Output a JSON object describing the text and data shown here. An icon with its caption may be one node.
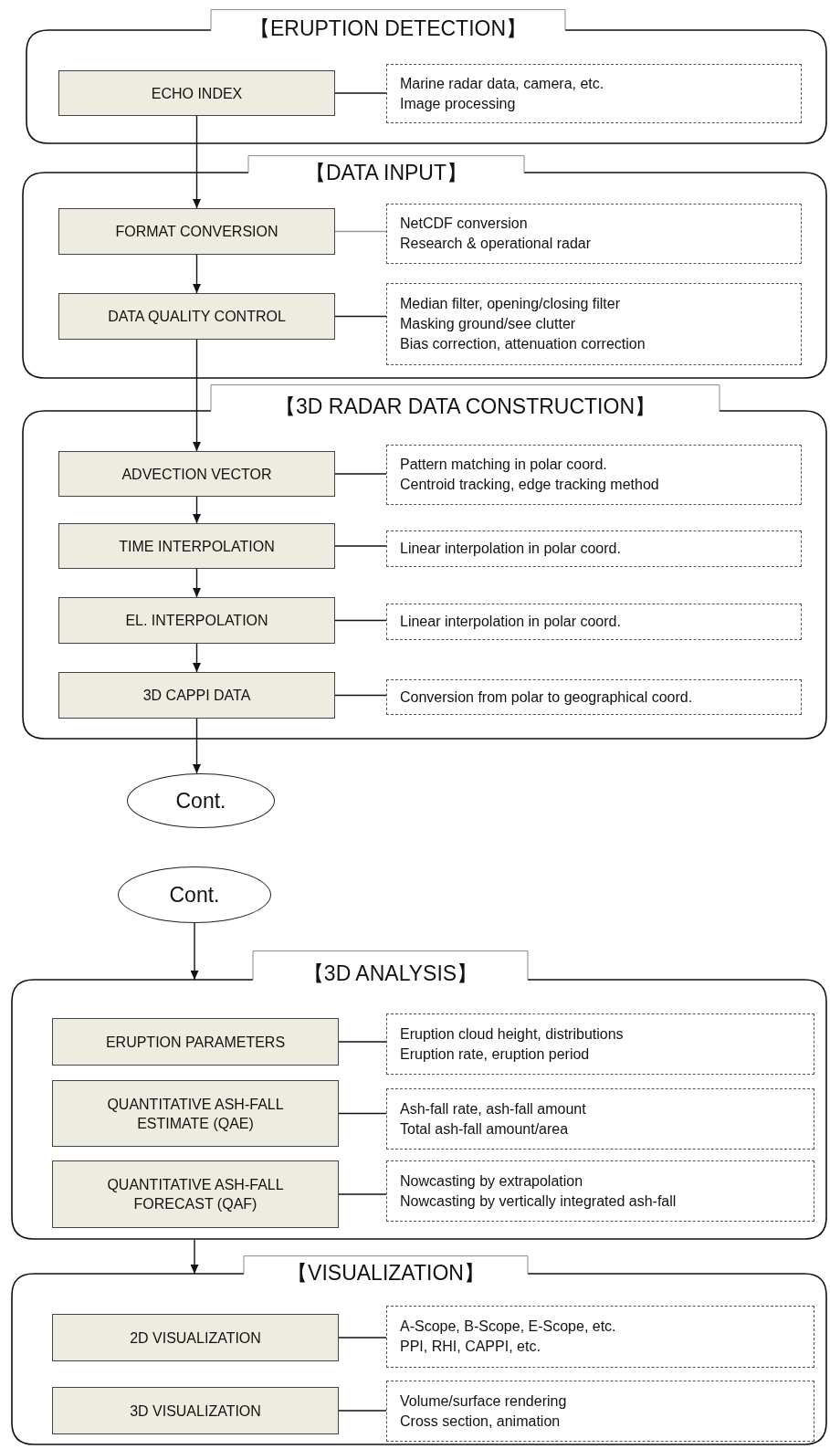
{
  "diagram": {
    "nodes": [
      {
        "text": [
          "【ERUPTION DETECTION】"
        ]
      },
      {
        "text": [
          "ECHO INDEX"
        ],
        "in": 0
      },
      {
        "text": [
          "Marine radar data, camera, etc.",
          "Image processing"
        ],
        "in": 0
      },
      {
        "text": [
          "【DATA INPUT】"
        ]
      },
      {
        "text": [
          "FORMAT CONVERSION"
        ],
        "in": 3
      },
      {
        "text": [
          "NetCDF conversion",
          "Research & operational radar"
        ],
        "in": 3
      },
      {
        "text": [
          "DATA QUALITY CONTROL"
        ],
        "in": 3
      },
      {
        "text": [
          "Median filter, opening/closing filter",
          "Masking ground/see clutter",
          "Bias correction, attenuation correction"
        ],
        "in": 3
      },
      {
        "text": [
          "【3D RADAR DATA CONSTRUCTION】"
        ]
      },
      {
        "text": [
          "ADVECTION VECTOR"
        ],
        "in": 8
      },
      {
        "text": [
          "Pattern matching in polar coord.",
          "Centroid tracking, edge tracking method"
        ],
        "in": 8
      },
      {
        "text": [
          "TIME INTERPOLATION"
        ],
        "in": 8
      },
      {
        "text": [
          "Linear interpolation in polar coord."
        ],
        "in": 8
      },
      {
        "text": [
          "EL. INTERPOLATION"
        ],
        "in": 8
      },
      {
        "text": [
          "Linear interpolation in polar coord."
        ],
        "in": 8
      },
      {
        "text": [
          "3D CAPPI DATA"
        ],
        "in": 8
      },
      {
        "text": [
          "Conversion from polar to geographical coord."
        ],
        "in": 8
      },
      {
        "text": [
          "Cont."
        ]
      },
      {
        "text": [
          "Cont."
        ]
      },
      {
        "text": [
          "【3D ANALYSIS】"
        ]
      },
      {
        "text": [
          "ERUPTION PARAMETERS"
        ],
        "in": 19
      },
      {
        "text": [
          "Eruption cloud height, distributions",
          "Eruption rate, eruption period"
        ],
        "in": 19
      },
      {
        "text": [
          "QUANTITATIVE ASH-FALL ESTIMATE (QAE)"
        ],
        "in": 19
      },
      {
        "text": [
          "Ash-fall rate, ash-fall amount",
          "Total ash-fall amount/area"
        ],
        "in": 19
      },
      {
        "text": [
          "QUANTITATIVE ASH-FALL FORECAST (QAF)"
        ],
        "in": 19
      },
      {
        "text": [
          "Nowcasting by extrapolation",
          "Nowcasting by vertically integrated ash-fall"
        ],
        "in": 19
      },
      {
        "text": [
          "【VISUALIZATION】"
        ]
      },
      {
        "text": [
          "2D VISUALIZATION"
        ],
        "in": 26
      },
      {
        "text": [
          "A-Scope, B-Scope, E-Scope, etc.",
          "PPI, RHI, CAPPI, etc."
        ],
        "in": 26
      },
      {
        "text": [
          "3D VISUALIZATION"
        ],
        "in": 26
      },
      {
        "text": [
          "Volume/surface rendering",
          "Cross section, animation"
        ],
        "in": 26
      }
    ],
    "edges": [
      {
        "from": 1,
        "to": 4,
        "arrow": "to"
      },
      {
        "from": 4,
        "to": 6,
        "arrow": "to"
      },
      {
        "from": 6,
        "to": 9,
        "arrow": "to"
      },
      {
        "from": 9,
        "to": 11,
        "arrow": "to"
      },
      {
        "from": 11,
        "to": 13,
        "arrow": "to"
      },
      {
        "from": 13,
        "to": 15,
        "arrow": "to"
      },
      {
        "from": 15,
        "to": 17,
        "arrow": "to"
      },
      {
        "from": 18,
        "to": 19,
        "arrow": "to"
      },
      {
        "from": 19,
        "to": 26,
        "arrow": "to"
      },
      {
        "from": 1,
        "to": 2,
        "arrow": "none"
      },
      {
        "from": 4,
        "to": 5,
        "arrow": "none",
        "color": "#999999"
      },
      {
        "from": 6,
        "to": 7,
        "arrow": "none"
      },
      {
        "from": 9,
        "to": 10,
        "arrow": "none"
      },
      {
        "from": 11,
        "to": 12,
        "arrow": "none"
      },
      {
        "from": 13,
        "to": 14,
        "arrow": "none"
      },
      {
        "from": 15,
        "to": 16,
        "arrow": "none"
      },
      {
        "from": 20,
        "to": 21,
        "arrow": "none"
      },
      {
        "from": 22,
        "to": 23,
        "arrow": "none"
      },
      {
        "from": 24,
        "to": 25,
        "arrow": "none"
      },
      {
        "from": 27,
        "to": 28,
        "arrow": "none"
      },
      {
        "from": 29,
        "to": 30,
        "arrow": "none"
      }
    ]
  }
}
